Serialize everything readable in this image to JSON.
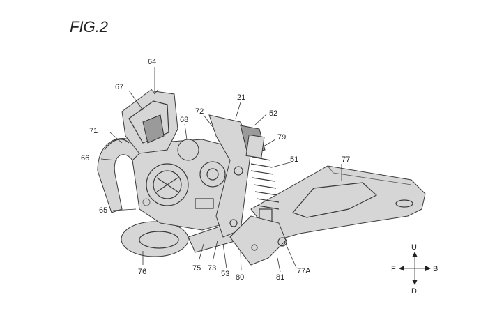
{
  "figure": {
    "title": "FIG.2"
  },
  "reference_numerals": {
    "n64": "64",
    "n67": "67",
    "n68": "68",
    "n72": "72",
    "n21": "21",
    "n52": "52",
    "n79": "79",
    "n71": "71",
    "n66": "66",
    "n51": "51",
    "n77": "77",
    "n65": "65",
    "n76": "76",
    "n75": "75",
    "n73": "73",
    "n53": "53",
    "n80": "80",
    "n81": "81",
    "n77A": "77A"
  },
  "direction_indicator": {
    "up": "U",
    "down": "D",
    "front": "F",
    "back": "B"
  }
}
